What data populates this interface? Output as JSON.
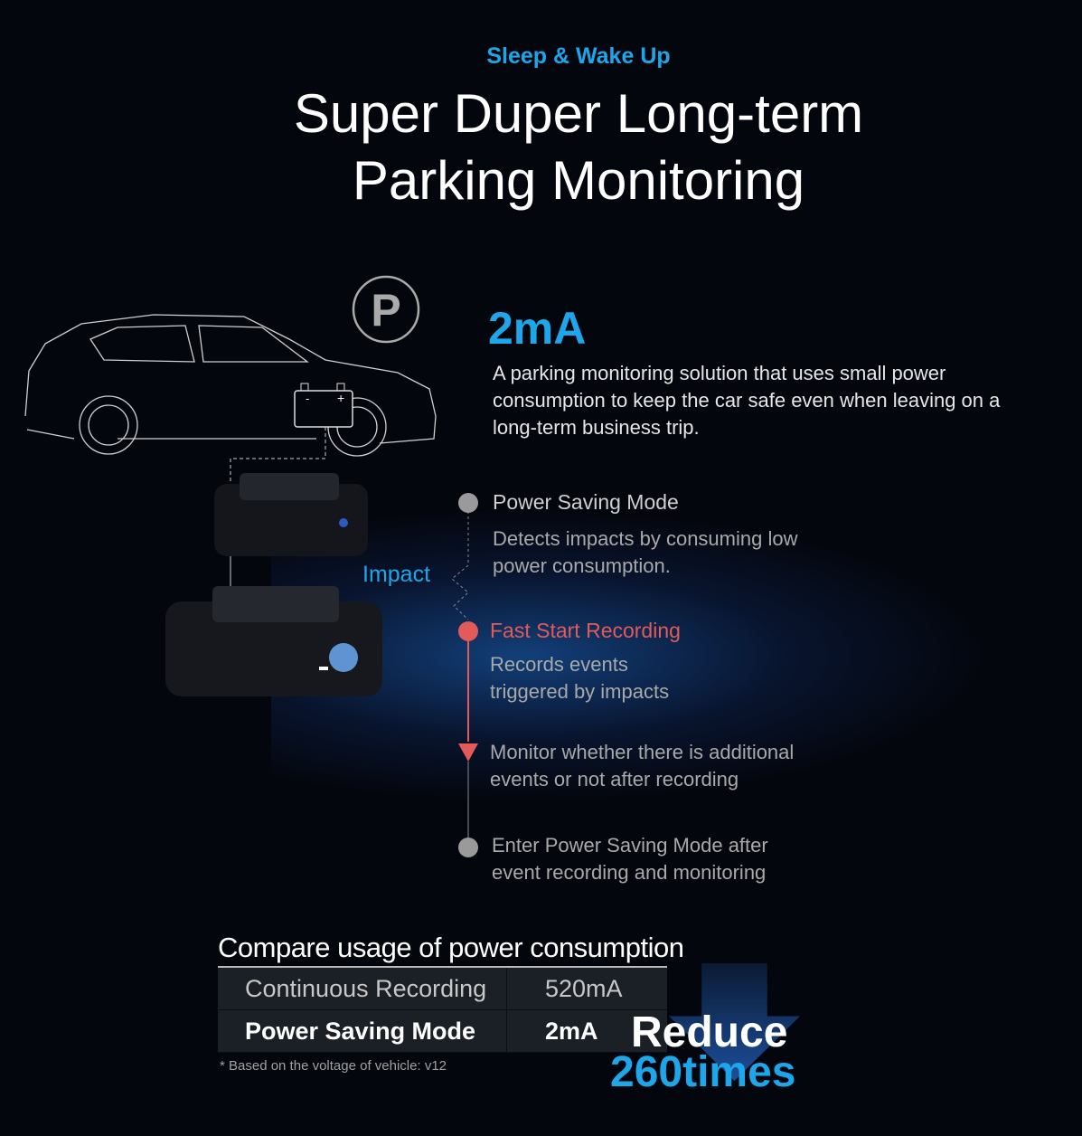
{
  "header": {
    "kicker": "Sleep & Wake Up",
    "title_line1": "Super Duper Long-term",
    "title_line2": "Parking Monitoring"
  },
  "parking_sign": "P",
  "battery": {
    "minus": "-",
    "plus": "+"
  },
  "highlight": {
    "value": "2mA",
    "description": "A parking monitoring solution that uses small power consumption to keep the car safe even when leaving on a long-term business trip."
  },
  "impact_label": "Impact",
  "timeline": [
    {
      "title": "Power Saving Mode",
      "text_line1": "Detects impacts by consuming low",
      "text_line2": "power consumption."
    },
    {
      "title": "Fast Start Recording",
      "text_line1": "Records events",
      "text_line2": "triggered by impacts"
    },
    {
      "text_line1": "Monitor whether there is additional",
      "text_line2": "events or not after recording"
    },
    {
      "text_line1": "Enter Power Saving Mode after",
      "text_line2": "event recording and monitoring"
    }
  ],
  "compare": {
    "title": "Compare usage of power consumption",
    "rows": [
      {
        "mode": "Continuous Recording",
        "value": "520mA"
      },
      {
        "mode": "Power Saving Mode",
        "value": "2mA"
      }
    ],
    "note": "* Based on the voltage of vehicle: v12"
  },
  "reduce": {
    "line1": "Reduce",
    "line2": "260times"
  },
  "colors": {
    "accent": "#1ea6ea",
    "red": "#e35a5a",
    "bg": "#04060d"
  }
}
